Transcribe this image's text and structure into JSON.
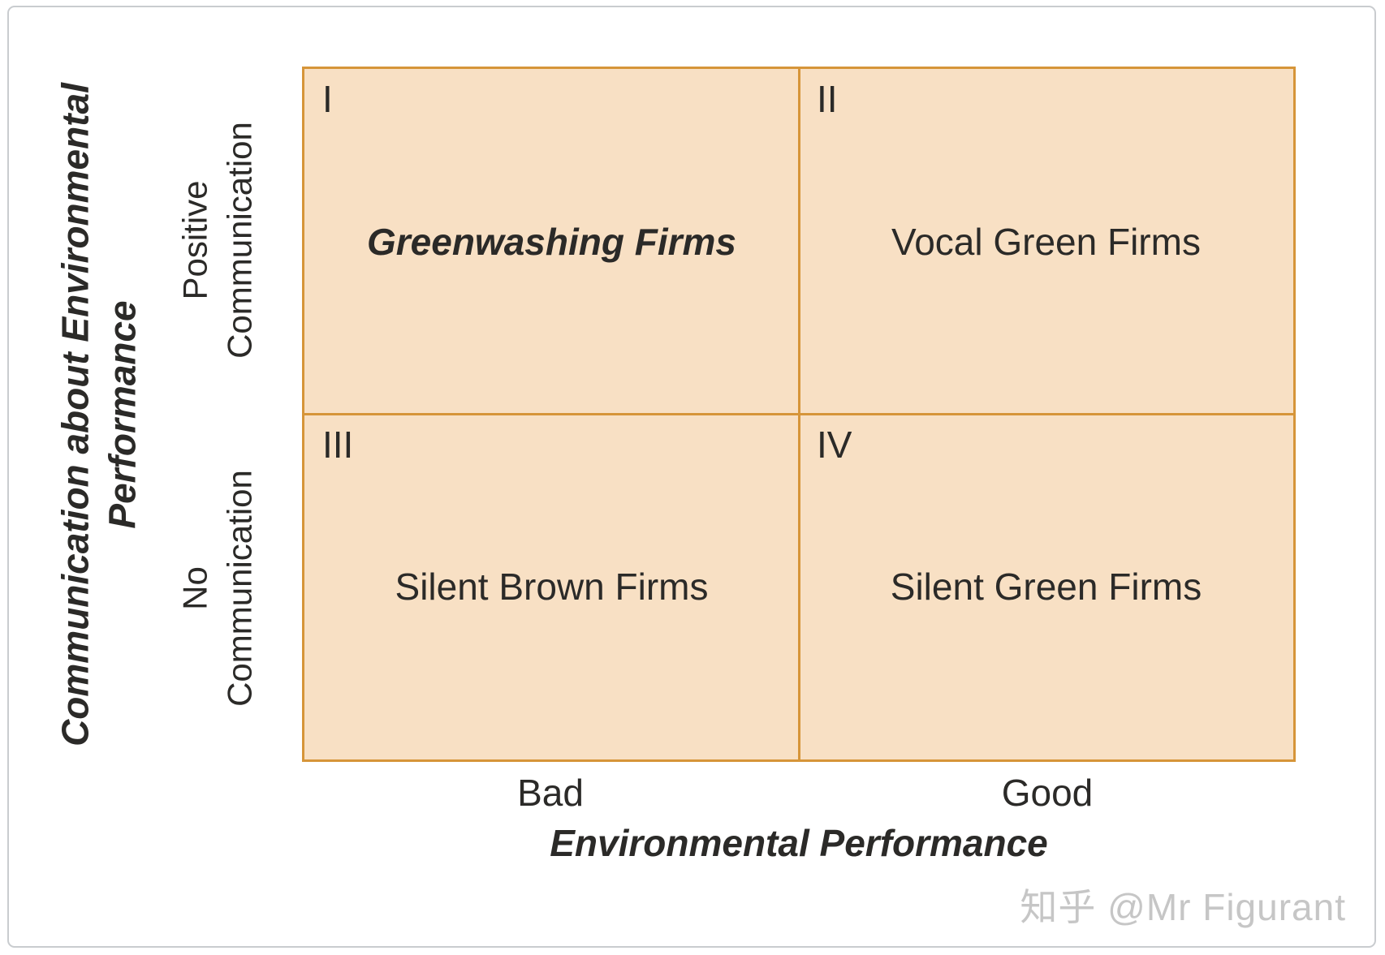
{
  "diagram": {
    "y_axis": {
      "title_line1": "Communication about Environmental",
      "title_line2": "Performance",
      "top_label_line1": "Positive",
      "top_label_line2": "Communication",
      "bottom_label_line1": "No",
      "bottom_label_line2": "Communication"
    },
    "x_axis": {
      "title": "Environmental Performance",
      "left_label": "Bad",
      "right_label": "Good"
    },
    "quadrants": [
      {
        "numeral": "I",
        "label": "Greenwashing Firms",
        "emphasis": true
      },
      {
        "numeral": "II",
        "label": "Vocal Green Firms",
        "emphasis": false
      },
      {
        "numeral": "III",
        "label": "Silent Brown Firms",
        "emphasis": false
      },
      {
        "numeral": "IV",
        "label": "Silent Green Firms",
        "emphasis": false
      }
    ],
    "colors": {
      "quadrant_fill": "#f8e0c4",
      "grid_line": "#d69539",
      "text": "#2b2a28",
      "watermark": "#c6c6c6",
      "frame_border": "#c9cccf"
    },
    "watermark": "知乎 @Mr Figurant"
  }
}
